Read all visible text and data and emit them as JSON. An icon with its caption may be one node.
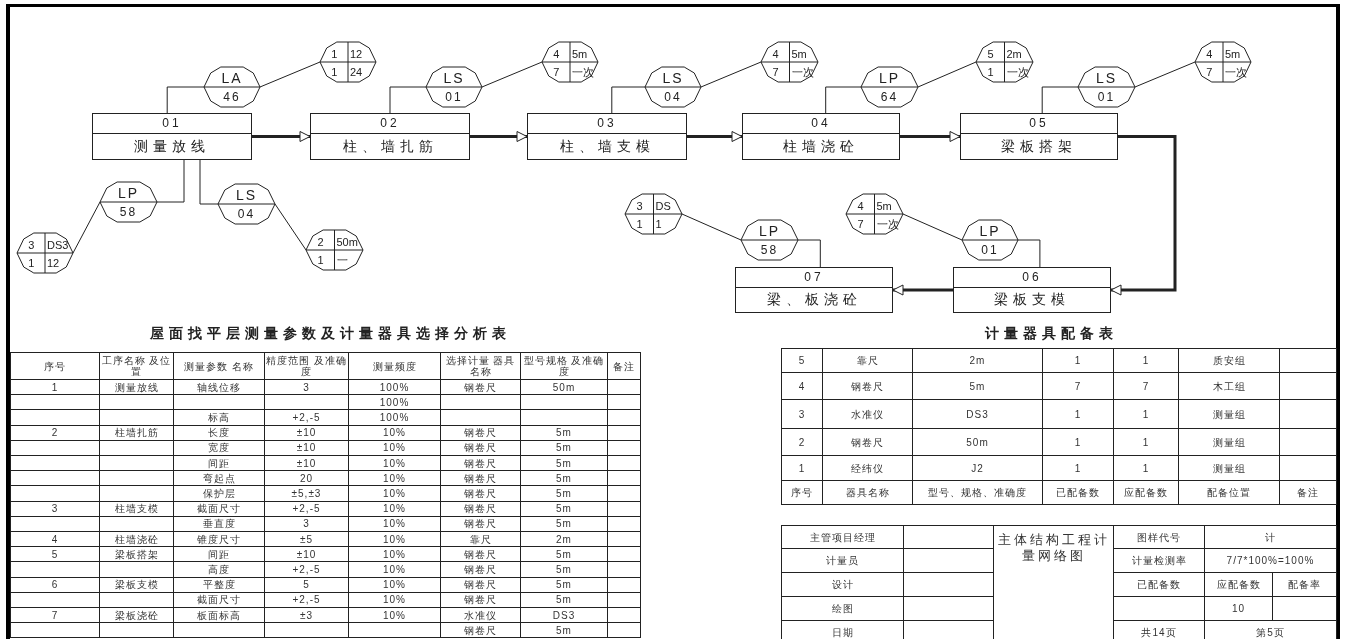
{
  "diagram": {
    "nodes": [
      {
        "text": [
          "01",
          "测量放线"
        ]
      },
      {
        "text": [
          "LA",
          "46"
        ]
      },
      {
        "text": [
          "1",
          "12",
          "1",
          "24"
        ]
      },
      {
        "text": [
          "LP",
          "58"
        ]
      },
      {
        "text": [
          "3",
          "DS3",
          "1",
          "12"
        ]
      },
      {
        "text": [
          "LS",
          "04"
        ]
      },
      {
        "text": [
          "2",
          "50m",
          "1",
          "一"
        ]
      },
      {
        "text": [
          "02",
          "柱、墙扎筋"
        ]
      },
      {
        "text": [
          "LS",
          "01"
        ]
      },
      {
        "text": [
          "4",
          "5m",
          "7",
          "一次"
        ]
      },
      {
        "text": [
          "03",
          "柱、墙支模"
        ]
      },
      {
        "text": [
          "LS",
          "04"
        ]
      },
      {
        "text": [
          "4",
          "5m",
          "7",
          "一次"
        ]
      },
      {
        "text": [
          "04",
          "柱墙浇砼"
        ]
      },
      {
        "text": [
          "LP",
          "64"
        ]
      },
      {
        "text": [
          "5",
          "2m",
          "1",
          "一次"
        ]
      },
      {
        "text": [
          "05",
          "梁板搭架"
        ]
      },
      {
        "text": [
          "LS",
          "01"
        ]
      },
      {
        "text": [
          "4",
          "5m",
          "7",
          "一次"
        ]
      },
      {
        "text": [
          "06",
          "梁板支模"
        ]
      },
      {
        "text": [
          "LP",
          "01"
        ]
      },
      {
        "text": [
          "4",
          "5m",
          "7",
          "一次"
        ]
      },
      {
        "text": [
          "07",
          "梁、板浇砼"
        ]
      },
      {
        "text": [
          "LP",
          "58"
        ]
      },
      {
        "text": [
          "3",
          "DS",
          "1",
          "1"
        ]
      }
    ],
    "edges": [
      {
        "from": 0,
        "to": 1,
        "arrow": "none"
      },
      {
        "from": 1,
        "to": 2,
        "arrow": "none"
      },
      {
        "from": 0,
        "to": 3,
        "arrow": "none"
      },
      {
        "from": 3,
        "to": 4,
        "arrow": "none"
      },
      {
        "from": 0,
        "to": 5,
        "arrow": "none"
      },
      {
        "from": 5,
        "to": 6,
        "arrow": "none"
      },
      {
        "from": 0,
        "to": 7,
        "arrow": "to"
      },
      {
        "from": 7,
        "to": 8,
        "arrow": "none"
      },
      {
        "from": 8,
        "to": 9,
        "arrow": "none"
      },
      {
        "from": 7,
        "to": 10,
        "arrow": "to"
      },
      {
        "from": 10,
        "to": 11,
        "arrow": "none"
      },
      {
        "from": 11,
        "to": 12,
        "arrow": "none"
      },
      {
        "from": 10,
        "to": 13,
        "arrow": "to"
      },
      {
        "from": 13,
        "to": 14,
        "arrow": "none"
      },
      {
        "from": 14,
        "to": 15,
        "arrow": "none"
      },
      {
        "from": 13,
        "to": 16,
        "arrow": "to"
      },
      {
        "from": 16,
        "to": 17,
        "arrow": "none"
      },
      {
        "from": 17,
        "to": 18,
        "arrow": "none"
      },
      {
        "from": 16,
        "to": 19,
        "arrow": "to"
      },
      {
        "from": 19,
        "to": 20,
        "arrow": "none"
      },
      {
        "from": 20,
        "to": 21,
        "arrow": "none"
      },
      {
        "from": 19,
        "to": 22,
        "arrow": "to"
      },
      {
        "from": 22,
        "to": 23,
        "arrow": "none"
      },
      {
        "from": 23,
        "to": 24,
        "arrow": "none"
      }
    ],
    "labels": [
      "屋面找平层测量参数及计量器具选择分析表",
      "序号",
      "工序名称 及位置",
      "测量参数 名称",
      "精度范围 及准确度",
      "测量频度",
      "选择计量 器具名称",
      "型号规格 及准确度",
      "备注",
      "1",
      "测量放线",
      "轴线位移",
      "3",
      "100%",
      "钢卷尺",
      "50m",
      "100%",
      "标高",
      "+2,-5",
      "100%",
      "2",
      "柱墙扎筋",
      "长度",
      "±10",
      "10%",
      "钢卷尺",
      "5m",
      "宽度",
      "±10",
      "10%",
      "钢卷尺",
      "5m",
      "间距",
      "±10",
      "10%",
      "钢卷尺",
      "5m",
      "弯起点",
      "20",
      "10%",
      "钢卷尺",
      "5m",
      "保护层",
      "±5,±3",
      "10%",
      "钢卷尺",
      "5m",
      "3",
      "柱墙支模",
      "截面尺寸",
      "+2,-5",
      "10%",
      "钢卷尺",
      "5m",
      "垂直度",
      "3",
      "10%",
      "钢卷尺",
      "5m",
      "4",
      "柱墙浇砼",
      "锥度尺寸",
      "±5",
      "10%",
      "靠尺",
      "2m",
      "5",
      "梁板搭架",
      "间距",
      "±10",
      "10%",
      "钢卷尺",
      "5m",
      "高度",
      "+2,-5",
      "10%",
      "钢卷尺",
      "5m",
      "6",
      "梁板支模",
      "平整度",
      "5",
      "10%",
      "钢卷尺",
      "5m",
      "截面尺寸",
      "+2,-5",
      "10%",
      "钢卷尺",
      "5m",
      "7",
      "梁板浇砼",
      "板面标高",
      "±3",
      "10%",
      "水准仪",
      "DS3",
      "钢卷尺",
      "5m",
      "计量器具配备表",
      "5",
      "靠尺",
      "2m",
      "1",
      "1",
      "质安组",
      "4",
      "钢卷尺",
      "5m",
      "7",
      "7",
      "木工组",
      "3",
      "水准仪",
      "DS3",
      "1",
      "1",
      "测量组",
      "2",
      "钢卷尺",
      "50m",
      "1",
      "1",
      "测量组",
      "1",
      "经纬仪",
      "J2",
      "1",
      "1",
      "测量组",
      "序号",
      "器具名称",
      "型号、规格、准确度",
      "已配备数",
      "应配备数",
      "配备位置",
      "备注",
      "主管项目经理",
      "主体结构工程计量网络图",
      "图样代号",
      "计",
      "计量员",
      "计量检测率",
      "7/7*100%=100%",
      "设计",
      "已配备数",
      "应配备数",
      "配备率",
      "绘图",
      "10",
      "日期",
      "共14页",
      "第5页"
    ]
  }
}
